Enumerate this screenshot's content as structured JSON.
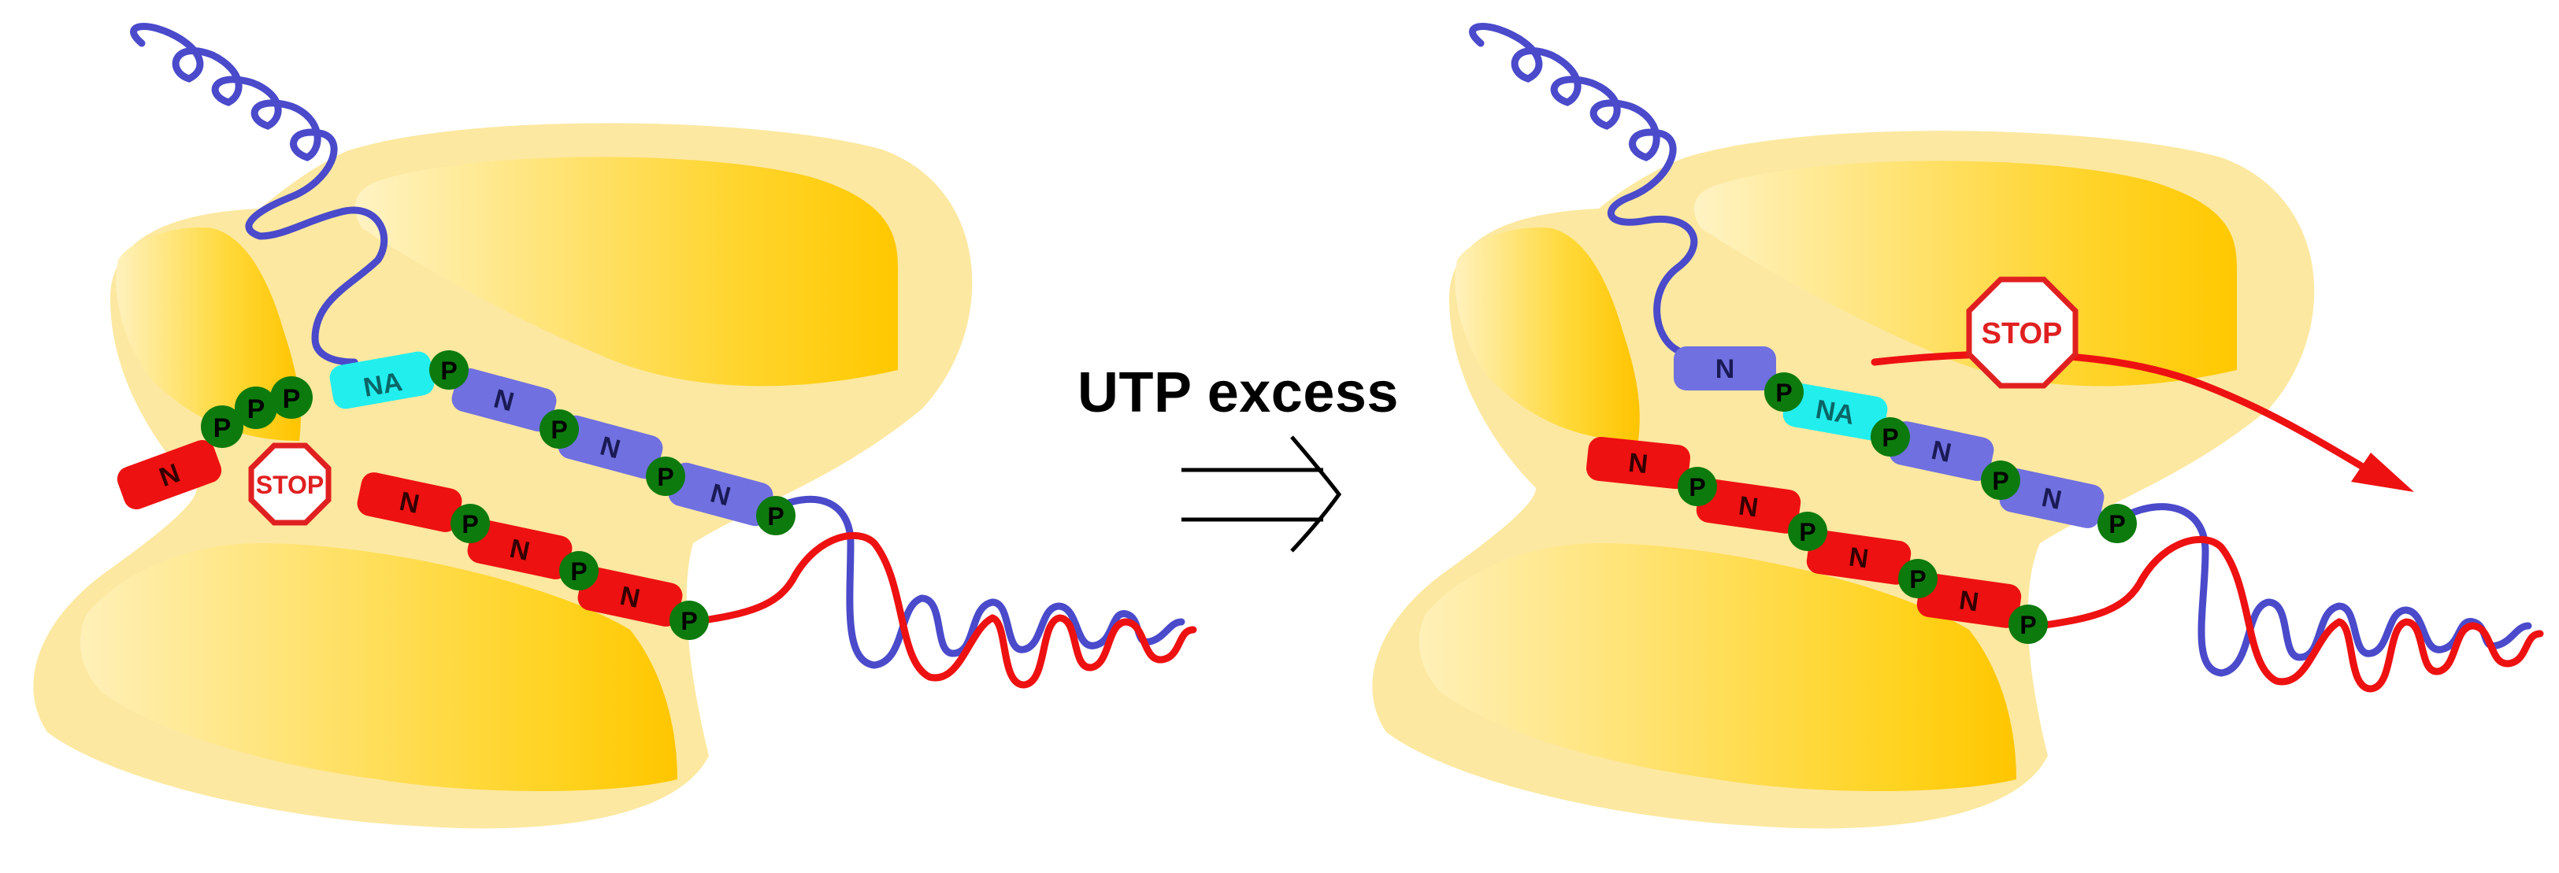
{
  "center_label": "UTP excess",
  "labels": {
    "n": "N",
    "p": "P",
    "na": "NA",
    "stop": "STOP"
  },
  "colors": {
    "ribosome_light": "#fce8a0",
    "ribosome_mid": "#ffd42a",
    "ribosome_dark": "#ffc400",
    "strand_blue": "#4a4acb",
    "strand_red": "#ee1111",
    "n_blue_block": "#7070e0",
    "n_red_block": "#ee1111",
    "na_block": "#22eeee",
    "p_circle": "#0d7a0d",
    "stop_red": "#e02020",
    "arrow_red": "#ee1111"
  }
}
